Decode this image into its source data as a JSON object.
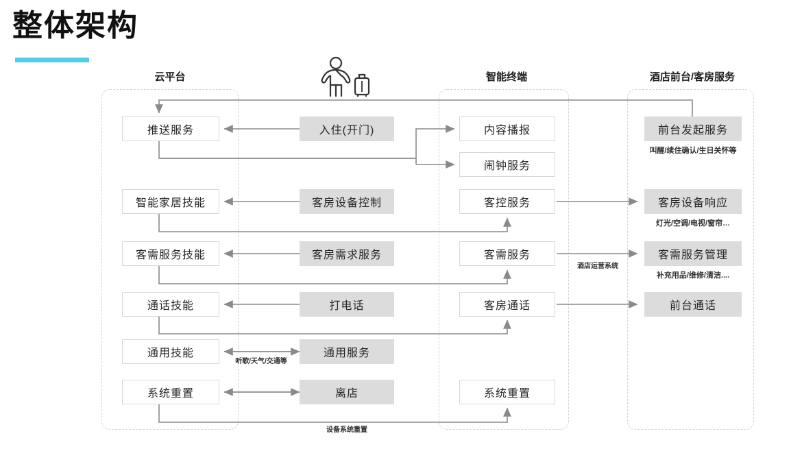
{
  "title": "整体架构",
  "accent_color": "#4ecfe4",
  "columns": [
    {
      "key": "cloud",
      "label": "云平台"
    },
    {
      "key": "terminal",
      "label": "智能终端"
    },
    {
      "key": "hotel",
      "label": "酒店前台/客房服务"
    }
  ],
  "guest_icon": "person-with-luggage-icon",
  "cloud_nodes": [
    {
      "label": "推送服务"
    },
    {
      "label": "智能家居技能"
    },
    {
      "label": "客需服务技能"
    },
    {
      "label": "通话技能"
    },
    {
      "label": "通用技能"
    },
    {
      "label": "系统重置"
    }
  ],
  "guest_nodes": [
    {
      "label": "入住(开门)"
    },
    {
      "label": "客房设备控制"
    },
    {
      "label": "客房需求服务"
    },
    {
      "label": "打电话"
    },
    {
      "label": "通用服务"
    },
    {
      "label": "离店"
    }
  ],
  "terminal_nodes": [
    {
      "label": "内容播报"
    },
    {
      "label": "闹钟服务"
    },
    {
      "label": "客控服务"
    },
    {
      "label": "客需服务"
    },
    {
      "label": "客房通话"
    },
    {
      "label": "系统重置"
    }
  ],
  "hotel_nodes": [
    {
      "label": "前台发起服务",
      "caption": "叫醒/续住确认/生日关怀等"
    },
    {
      "label": "客房设备响应",
      "caption": "灯光/空调/电视/窗帘…"
    },
    {
      "label": "客需服务管理",
      "caption": "补充用品/维修/清洁...."
    },
    {
      "label": "前台通话",
      "caption": ""
    }
  ],
  "edge_labels": [
    {
      "key": "general",
      "text": "听歌/天气/交通等"
    },
    {
      "key": "hotel_ops",
      "text": "酒店运营系统"
    },
    {
      "key": "device_reset",
      "text": "设备系统重置"
    }
  ]
}
